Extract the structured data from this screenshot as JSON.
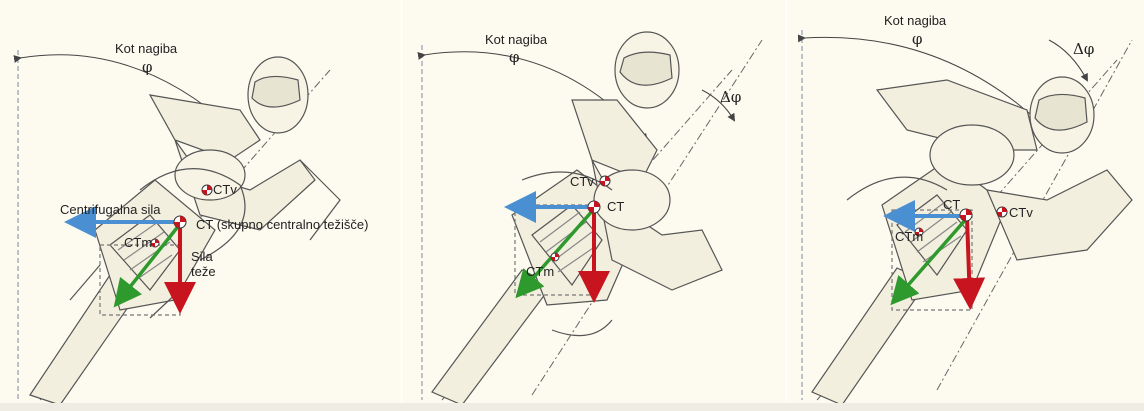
{
  "panels": [
    {
      "kot_nagiba": "Kot nagiba",
      "phi": "φ",
      "ctv": "CTv",
      "ctm": "CTm",
      "centrifugalna_sila": "Centrifugalna sila",
      "ct_full": "CT (skupno centralno težišče)",
      "sila": "Sila",
      "teze": "teže"
    },
    {
      "kot_nagiba": "Kot nagiba",
      "phi": "φ",
      "delta_phi": "Δφ",
      "ctv": "CTv",
      "ct": "CT",
      "ctm": "CTm"
    },
    {
      "kot_nagiba": "Kot nagiba",
      "phi": "φ",
      "delta_phi": "Δφ",
      "ct": "CT",
      "ctv": "CTv",
      "ctm": "CTm"
    }
  ],
  "colors": {
    "background": "#fdfbf0",
    "centrifugal_arrow": "#4a8fd1",
    "gravity_arrow": "#c8141e",
    "mass_arrow": "#2e9a2e",
    "line_art": "#555555"
  }
}
